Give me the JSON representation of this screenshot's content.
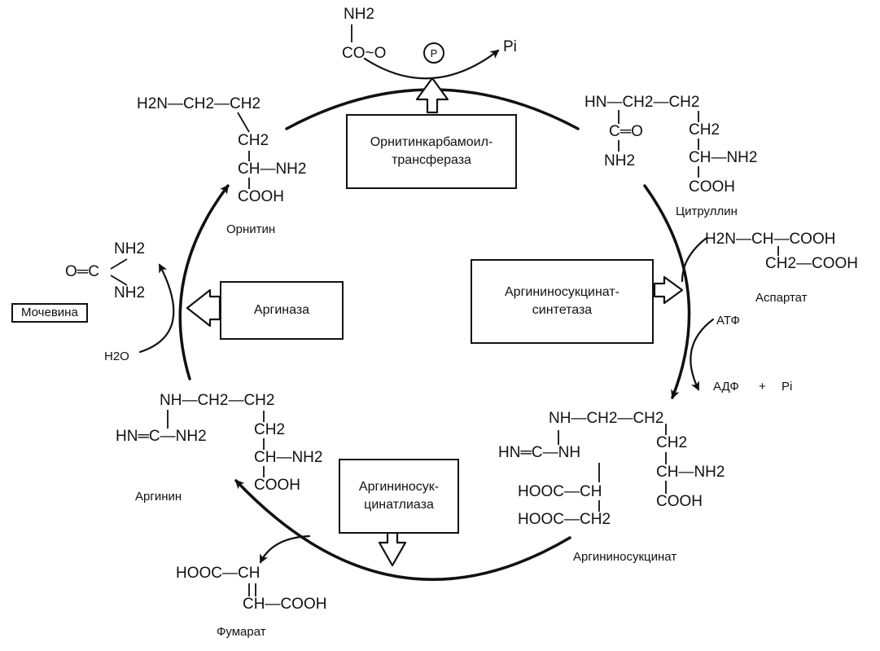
{
  "colors": {
    "ink": "#111111",
    "background": "#ffffff"
  },
  "enzymes": {
    "otc": [
      "Орнитинкарбамоил-",
      "трансфераза"
    ],
    "ass": [
      "Аргининосукцинат-",
      "синтетаза"
    ],
    "asl": [
      "Аргининосук-",
      "цинатлиаза"
    ],
    "arginase": "Аргиназа"
  },
  "labels": {
    "ornithine": "Орнитин",
    "citrulline": "Цитруллин",
    "aspartate": "Аспартат",
    "argininosuccinate": "Аргининосукцинат",
    "arginine": "Аргинин",
    "fumarate": "Фумарат",
    "urea": "Мочевина"
  },
  "reagents": {
    "pi_top": "Pi",
    "atp": "АТФ",
    "adp": "АДФ",
    "plus": "+",
    "pi_right": "Pi",
    "water": "H2O"
  },
  "structures": {
    "carbamoyl_phosphate": [
      "NH2",
      "CO~O",
      "P"
    ],
    "ornithine": [
      "H2N—CH2—CH2",
      "CH2",
      "CH—NH2",
      "COOH"
    ],
    "citrulline": [
      "HN—CH2—CH2",
      "C═O",
      "NH2",
      "CH2",
      "CH—NH2",
      "COOH"
    ],
    "aspartate": [
      "H2N—CH—COOH",
      "CH2—COOH"
    ],
    "argininosuccinate": [
      "NH—CH2—CH2",
      "HN═C—NH",
      "CH2",
      "CH—NH2",
      "HOOC—CH",
      "HOOC—CH2",
      "COOH"
    ],
    "arginine": [
      "NH—CH2—CH2",
      "HN═C—NH2",
      "CH2",
      "CH—NH2",
      "COOH"
    ],
    "urea": [
      "NH2",
      "O═C",
      "NH2"
    ],
    "fumarate": [
      "HOOC—CH",
      "CH—COOH"
    ]
  }
}
